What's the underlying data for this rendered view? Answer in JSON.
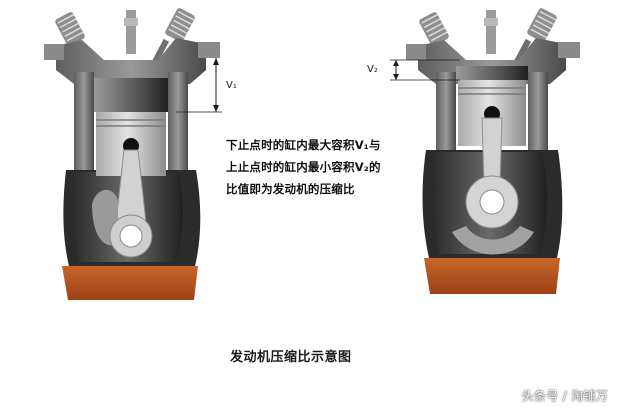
{
  "diagram": {
    "left_engine": {
      "volume_label": "V₁",
      "state": "bottom-dead-center"
    },
    "right_engine": {
      "volume_label": "V₂",
      "state": "top-dead-center"
    },
    "annotation": [
      "下止点时的缸内最大容积V₁与",
      "上止点时的缸内最小容积V₂的",
      "比值即为发动机的压缩比"
    ],
    "caption": "发动机压缩比示意图",
    "watermark": "头条号 / 淘铺万"
  },
  "colors": {
    "cylinder_wall": "#7d7d7d",
    "piston_body": "#cfcfcf",
    "chamber": "#3a3a3a",
    "oil_sump": "#b4531e",
    "blue_tint": "#d9e6f2"
  }
}
